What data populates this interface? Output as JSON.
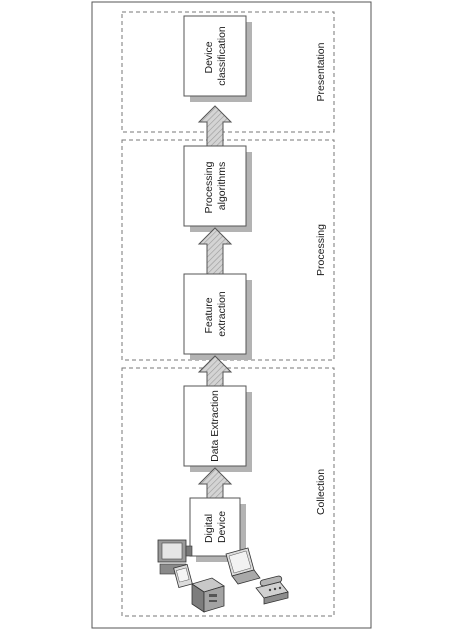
{
  "diagram": {
    "stages": [
      {
        "id": "presentation",
        "label": "Presentation"
      },
      {
        "id": "processing",
        "label": "Processing"
      },
      {
        "id": "collection",
        "label": "Collection"
      }
    ],
    "steps": [
      {
        "id": "device-classification",
        "lines": [
          "Device",
          "classification"
        ]
      },
      {
        "id": "processing-algorithms",
        "lines": [
          "Processing",
          "algorithms"
        ]
      },
      {
        "id": "feature-extraction",
        "lines": [
          "Feature",
          "extraction"
        ]
      },
      {
        "id": "data-extraction",
        "lines": [
          "Data Extraction"
        ]
      },
      {
        "id": "digital-device",
        "lines": [
          "Digital",
          "Device"
        ]
      }
    ],
    "devices": [
      "desktop-computer-icon",
      "tablet-icon",
      "laptop-icon",
      "server-tower-icon",
      "telephone-icon"
    ],
    "colors": {
      "border": "#555555",
      "box_fill": "#ffffff",
      "box_shadow": "#b3b3b3",
      "arrow_fill": "#cfcfcf",
      "dashed": "#777777"
    }
  }
}
